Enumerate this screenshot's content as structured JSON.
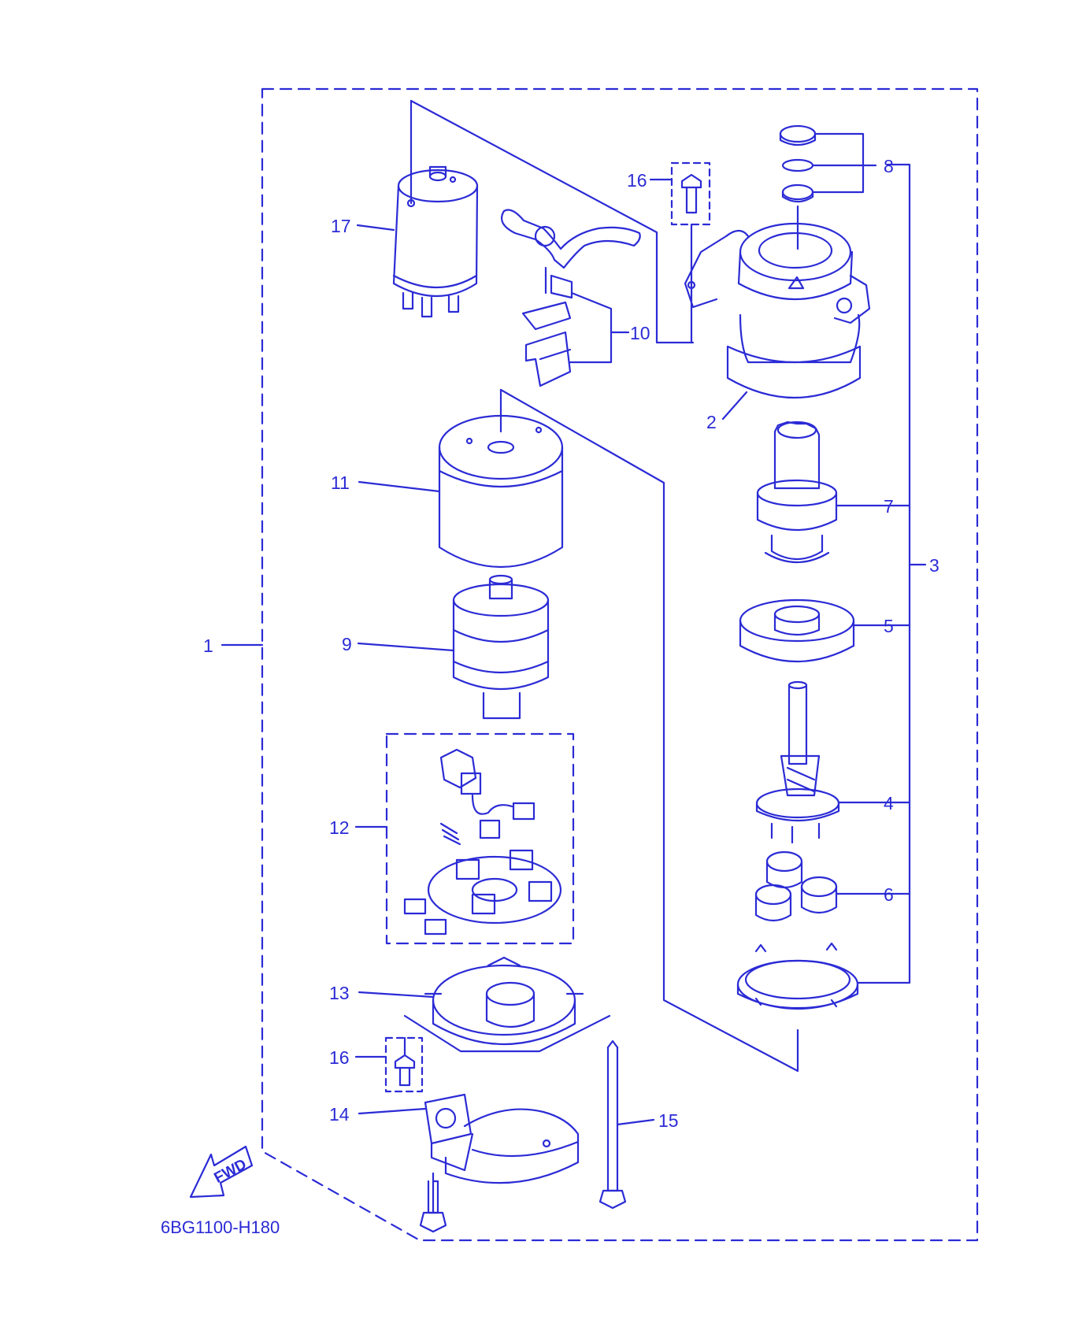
{
  "colors": {
    "ink": "#2b2bd6",
    "background": "#ffffff"
  },
  "diagram": {
    "code": "6BG1100-H180",
    "fwd_label": "FWD",
    "parts": [
      {
        "id": "p1",
        "number": "1"
      },
      {
        "id": "p2",
        "number": "2"
      },
      {
        "id": "p3",
        "number": "3"
      },
      {
        "id": "p4",
        "number": "4"
      },
      {
        "id": "p5",
        "number": "5"
      },
      {
        "id": "p6",
        "number": "6"
      },
      {
        "id": "p7",
        "number": "7"
      },
      {
        "id": "p8",
        "number": "8"
      },
      {
        "id": "p9",
        "number": "9"
      },
      {
        "id": "p10",
        "number": "10"
      },
      {
        "id": "p11",
        "number": "11"
      },
      {
        "id": "p12",
        "number": "12"
      },
      {
        "id": "p13",
        "number": "13"
      },
      {
        "id": "p14",
        "number": "14"
      },
      {
        "id": "p15",
        "number": "15"
      },
      {
        "id": "p16a",
        "number": "16"
      },
      {
        "id": "p16b",
        "number": "16"
      },
      {
        "id": "p17",
        "number": "17"
      }
    ]
  }
}
